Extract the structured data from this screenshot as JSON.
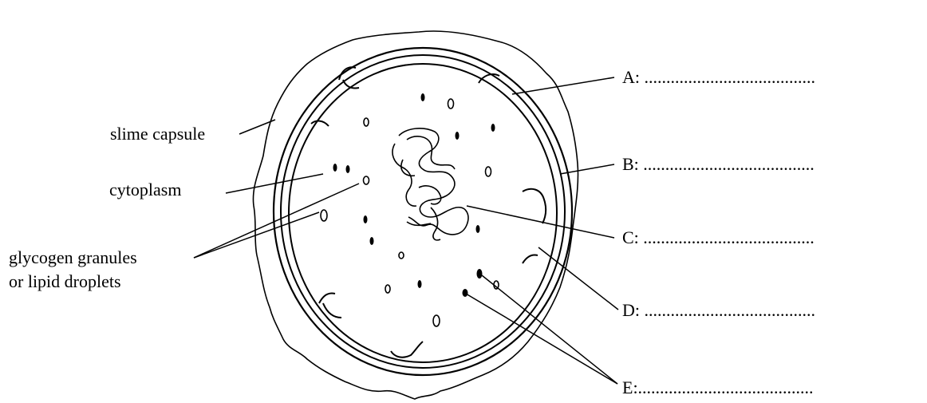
{
  "labels_left": [
    {
      "id": "slime-capsule",
      "text": "slime capsule"
    },
    {
      "id": "cytoplasm",
      "text": "cytoplasm"
    },
    {
      "id": "granules-line1",
      "text": "glycogen granules"
    },
    {
      "id": "granules-line2",
      "text": "or lipid droplets"
    }
  ],
  "labels_right": [
    {
      "id": "A",
      "text": "A: ......................................."
    },
    {
      "id": "B",
      "text": "B: ......................................."
    },
    {
      "id": "C",
      "text": "C: ......................................."
    },
    {
      "id": "D",
      "text": "D: ......................................."
    },
    {
      "id": "E",
      "text": "E:........................................"
    }
  ]
}
